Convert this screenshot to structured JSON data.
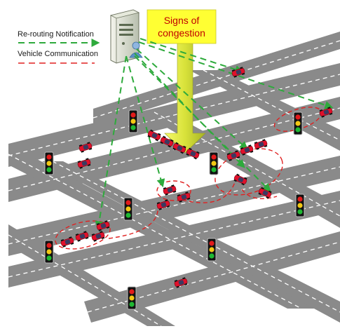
{
  "legend": {
    "rerouting_label": "Re-routing Notification",
    "communication_label": "Vehicle Communication",
    "rerouting_color": "#2eaa3c",
    "communication_color": "#e02020"
  },
  "callout": {
    "line1": "Signs of",
    "line2": "congestion",
    "fill": "#ffff33",
    "arrow_fill": "#e6ef2c"
  },
  "icons": {
    "server": "server-icon",
    "user": "user-icon",
    "traffic_light": "traffic-light-icon",
    "car": "car-icon"
  },
  "colors": {
    "road": "#808080",
    "lane_marking": "#ffffff",
    "car_body": "#e0102a",
    "signal_housing": "#111111"
  }
}
